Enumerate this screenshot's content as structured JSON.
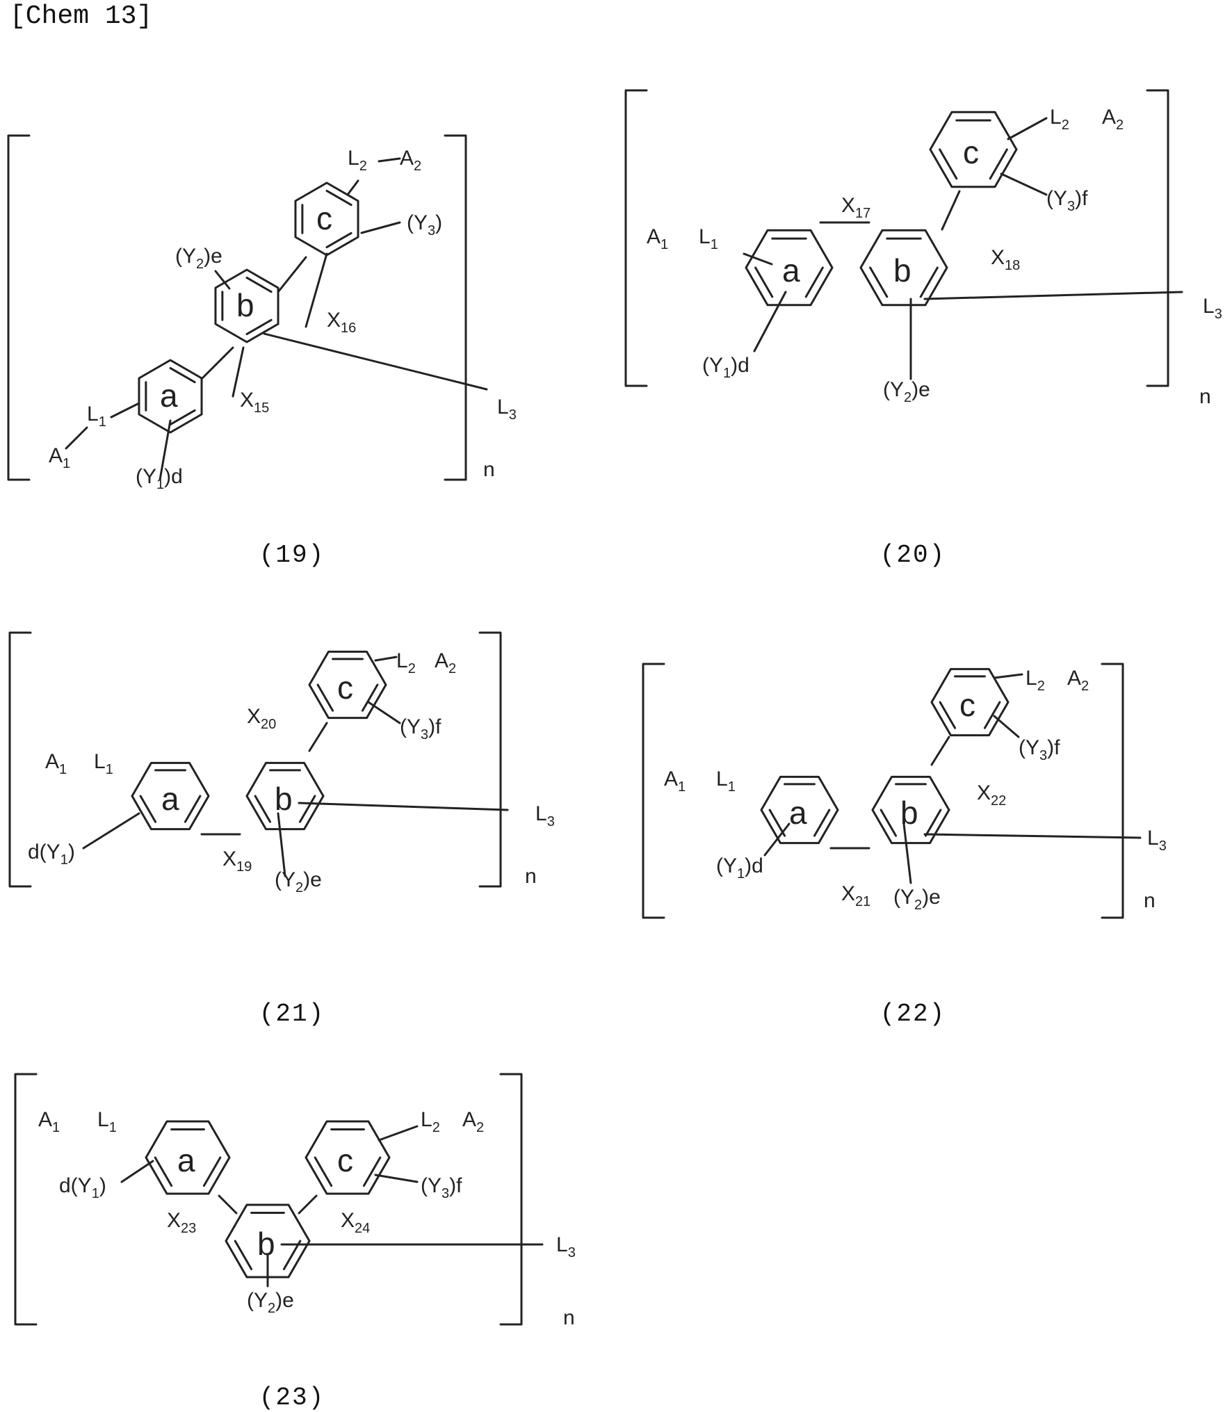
{
  "header": "[Chem 13]",
  "captions": [
    "(19)",
    "(20)",
    "(21)",
    "(22)",
    "(23)"
  ],
  "rings": [
    "a",
    "b",
    "c"
  ],
  "labels": {
    "A1": "A1",
    "L1": "L1",
    "L2": "L2",
    "A2": "A2",
    "L3": "L3",
    "Y1d": "(Y1)d",
    "dY1": "d(Y1)",
    "Y2e": "(Y2)e",
    "Y3": "(Y3)",
    "Y3f": "(Y3)f",
    "n": "n",
    "X15": "X15",
    "X16": "X16",
    "X17": "X17",
    "X18": "X18",
    "X19": "X19",
    "X20": "X20",
    "X21": "X21",
    "X22": "X22",
    "X23": "X23",
    "X24": "X24"
  }
}
